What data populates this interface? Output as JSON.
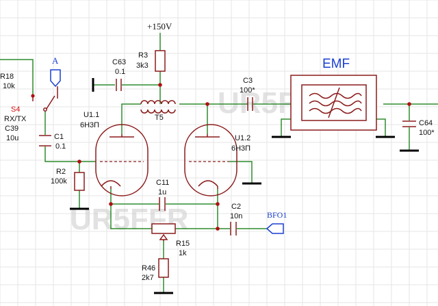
{
  "supply": {
    "label": "+150V"
  },
  "watermark": "UR5FFR",
  "filter": {
    "label": "EMF"
  },
  "ports": {
    "a": "A",
    "bfo": "BFO1"
  },
  "components": {
    "r18": {
      "ref": "R18",
      "value": "10k"
    },
    "s4": {
      "ref": "S4",
      "value": "RX/TX"
    },
    "c39": {
      "ref": "C39",
      "value": "10u"
    },
    "c63": {
      "ref": "C63",
      "value": "0.1"
    },
    "r3": {
      "ref": "R3",
      "value": "3k3"
    },
    "t5": {
      "ref": "T5"
    },
    "c3": {
      "ref": "C3",
      "value": "100*"
    },
    "c64": {
      "ref": "C64",
      "value": "100*"
    },
    "c1": {
      "ref": "C1",
      "value": "0.1"
    },
    "r2": {
      "ref": "R2",
      "value": "100k"
    },
    "u11": {
      "ref": "U1.1",
      "value": "6Н3П"
    },
    "u12": {
      "ref": "U1.2",
      "value": "6Н3П"
    },
    "c11": {
      "ref": "C11",
      "value": "1u"
    },
    "c2": {
      "ref": "C2",
      "value": "10n"
    },
    "r15": {
      "ref": "R15",
      "value": "1k"
    },
    "r46": {
      "ref": "R46",
      "value": "2k7"
    }
  },
  "colors": {
    "wire": "#2e8b2e",
    "component": "#8b1a1a",
    "junction": "#b01010",
    "port": "#1a3ed1",
    "ground": "#000000",
    "switch_label": "#d01010"
  }
}
